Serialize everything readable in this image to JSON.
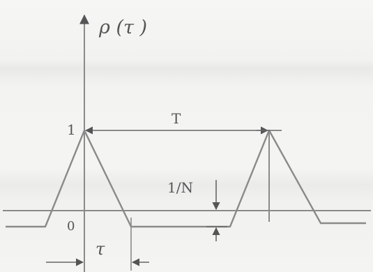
{
  "diagram": {
    "y_axis_label": "ρ (τ )",
    "peak_label": "1",
    "origin_label": "0",
    "period_label": "T",
    "floor_label": "1/N",
    "width_label": "τ",
    "colors": {
      "line": "#8a8a8a",
      "dark": "#444444",
      "text": "#555555"
    }
  }
}
